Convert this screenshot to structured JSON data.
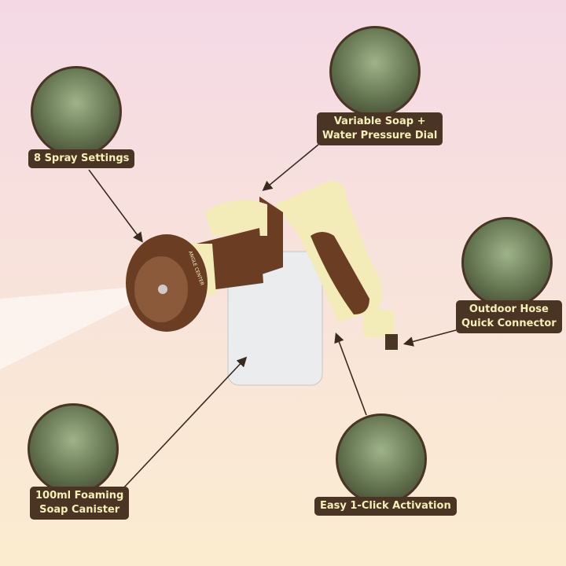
{
  "callouts": [
    {
      "id": "spray",
      "lines": [
        "8 Spray Settings"
      ]
    },
    {
      "id": "dial",
      "lines": [
        "Variable Soap +",
        "Water Pressure Dial"
      ]
    },
    {
      "id": "connector",
      "lines": [
        "Outdoor Hose",
        "Quick Connector"
      ]
    },
    {
      "id": "canister",
      "lines": [
        "100ml Foaming",
        "Soap Canister"
      ]
    },
    {
      "id": "activation",
      "lines": [
        "Easy 1-Click Activation"
      ]
    }
  ],
  "product": {
    "nozzle_text": "ANGLE  CENTER"
  },
  "colors": {
    "label_bg": "#4a3424",
    "label_text": "#f6efb6",
    "product_brown": "#6b3e24",
    "product_cream": "#f3ecb8"
  }
}
